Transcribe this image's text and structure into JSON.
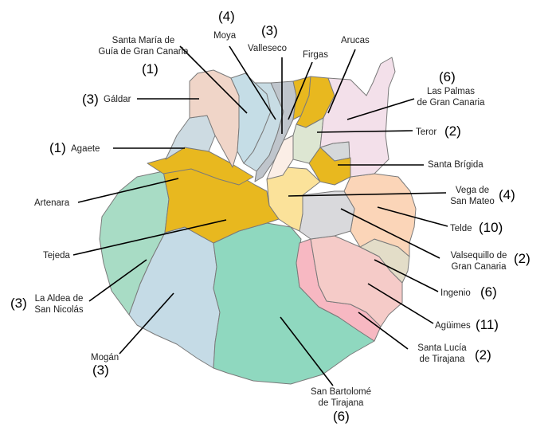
{
  "map": {
    "municipalities": [
      {
        "key": "santa_maria",
        "name_lines": [
          "Santa María de",
          "Guía de Gran Canaria"
        ],
        "count": "(1)",
        "color": "#c5dde6"
      },
      {
        "key": "galdar",
        "name_lines": [
          "Gáldar"
        ],
        "count": "(3)",
        "color": "#f0d5c8"
      },
      {
        "key": "agaete",
        "name_lines": [
          "Agaete"
        ],
        "count": "(1)",
        "color": "#cddbe2"
      },
      {
        "key": "artenara",
        "name_lines": [
          "Artenara"
        ],
        "count": "",
        "color": "#e8b81f"
      },
      {
        "key": "tejeda",
        "name_lines": [
          "Tejeda"
        ],
        "count": "",
        "color": "#e8b81f"
      },
      {
        "key": "aldea",
        "name_lines": [
          "La Aldea de",
          "San Nicolás"
        ],
        "count": "(3)",
        "color": "#a8dcc5"
      },
      {
        "key": "mogan",
        "name_lines": [
          "Mogán"
        ],
        "count": "(3)",
        "color": "#c5dbe6"
      },
      {
        "key": "moya",
        "name_lines": [
          "Moya"
        ],
        "count": "(4)",
        "color": "#c8dce4"
      },
      {
        "key": "valleseco",
        "name_lines": [
          "Valleseco"
        ],
        "count": "(3)",
        "color": "#bfc5cc"
      },
      {
        "key": "firgas",
        "name_lines": [
          "Firgas"
        ],
        "count": "",
        "color": "#e8b81f"
      },
      {
        "key": "arucas",
        "name_lines": [
          "Arucas"
        ],
        "count": "",
        "color": "#e8b81f"
      },
      {
        "key": "las_palmas",
        "name_lines": [
          "Las Palmas",
          "de Gran Canaria"
        ],
        "count": "(6)",
        "color": "#f3e0ea"
      },
      {
        "key": "teror",
        "name_lines": [
          "Teror"
        ],
        "count": "(2)",
        "color": "#dde6d2"
      },
      {
        "key": "santa_brigida",
        "name_lines": [
          "Santa Brígida"
        ],
        "count": "",
        "color": "#e8b81f"
      },
      {
        "key": "vega",
        "name_lines": [
          "Vega de",
          "San Mateo"
        ],
        "count": "(4)",
        "color": "#fbe29a"
      },
      {
        "key": "telde",
        "name_lines": [
          "Telde"
        ],
        "count": "(10)",
        "color": "#fbd5b8"
      },
      {
        "key": "valsequillo",
        "name_lines": [
          "Valsequillo de",
          "Gran Canaria"
        ],
        "count": "(2)",
        "color": "#d9d9dc"
      },
      {
        "key": "ingenio",
        "name_lines": [
          "Ingenio"
        ],
        "count": "(6)",
        "color": "#e3ddc8"
      },
      {
        "key": "aguimes",
        "name_lines": [
          "Agüimes"
        ],
        "count": "(11)",
        "color": "#f5cbc8"
      },
      {
        "key": "santa_lucia",
        "name_lines": [
          "Santa Lucía",
          "de Tirajana"
        ],
        "count": "(2)",
        "color": "#f7b8c2"
      },
      {
        "key": "san_bartolome",
        "name_lines": [
          "San Bartolomé",
          "de Tirajana"
        ],
        "count": "(6)",
        "color": "#8fd8bf"
      }
    ],
    "extra_regions": {
      "north_white_color": "#fbeee6",
      "north_grey_color": "#d5d8da"
    },
    "border_color": "#7a7a7a",
    "leader_color": "#000000"
  }
}
